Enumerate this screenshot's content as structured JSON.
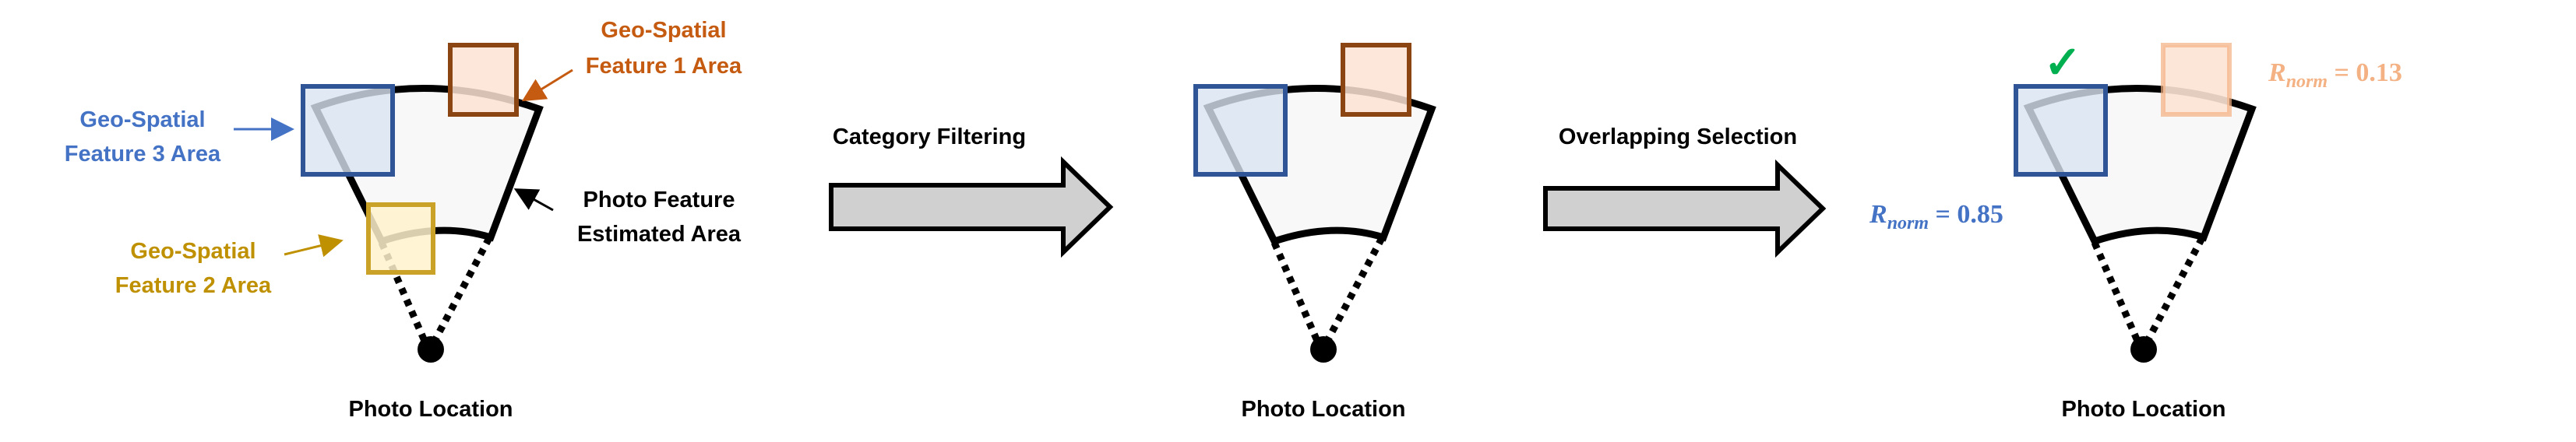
{
  "panels": [
    {
      "photo_location_label": "Photo Location",
      "labels": {
        "feature1": [
          "Geo-Spatial",
          "Feature 1 Area"
        ],
        "feature3": [
          "Geo-Spatial",
          "Feature 3 Area"
        ],
        "feature2": [
          "Geo-Spatial",
          "Feature 2 Area"
        ],
        "photo_area": [
          "Photo Feature",
          "Estimated Area"
        ]
      }
    },
    {
      "photo_location_label": "Photo Location"
    },
    {
      "photo_location_label": "Photo Location",
      "check_mark": "✓",
      "r_blue": {
        "symbol": "R",
        "subscript": "norm",
        "equals": " = ",
        "value": "0.85"
      },
      "r_orange": {
        "symbol": "R",
        "subscript": "norm",
        "equals": " = ",
        "value": "0.13"
      }
    }
  ],
  "steps": [
    {
      "label": "Category Filtering"
    },
    {
      "label": "Overlapping Selection"
    }
  ],
  "colors": {
    "feature1": "#8B4513",
    "feature1_fill": "#FBE3D3",
    "feature1_label": "#C55A11",
    "feature3": "#2F5597",
    "feature3_fill": "#DAE3F3",
    "feature3_label": "#4472C4",
    "feature2": "#C9A227",
    "feature2_fill": "#FFF2CC",
    "feature2_label": "#BF9000",
    "check": "#00B050",
    "arrow_fill": "#D0D0D0",
    "sector_fill": "#F8F8F8"
  }
}
